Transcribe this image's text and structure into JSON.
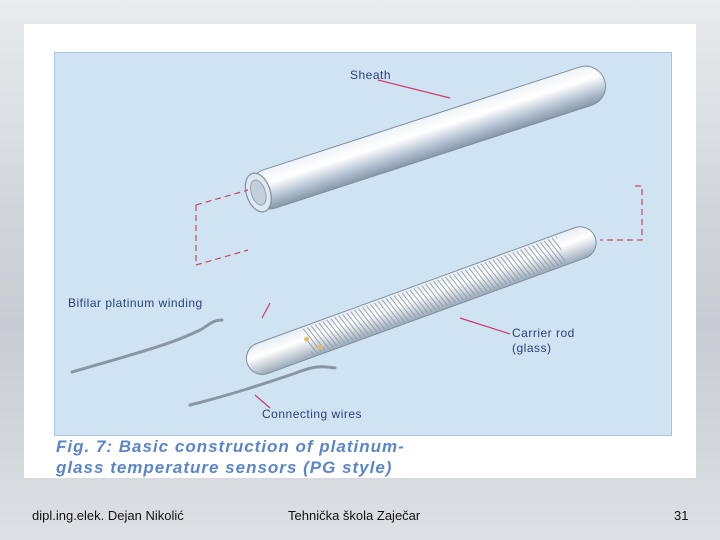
{
  "figure": {
    "labels": {
      "sheath": "Sheath",
      "winding": "Bifilar platinum winding",
      "carrier_line1": "Carrier rod",
      "carrier_line2": "(glass)",
      "wires": "Connecting wires"
    },
    "caption": {
      "line1": "Fig. 7: Basic construction of platinum-",
      "line2": "glass temperature sensors (PG style)"
    },
    "colors": {
      "panel": "#cfe3f2",
      "leader": "#d23a6a",
      "caption": "#5a86c8",
      "label": "#2a3f7a"
    }
  },
  "footer": {
    "author": "dipl.ing.elek. Dejan Nikolić",
    "school": "Tehnička škola Zaječar",
    "page": "31"
  }
}
